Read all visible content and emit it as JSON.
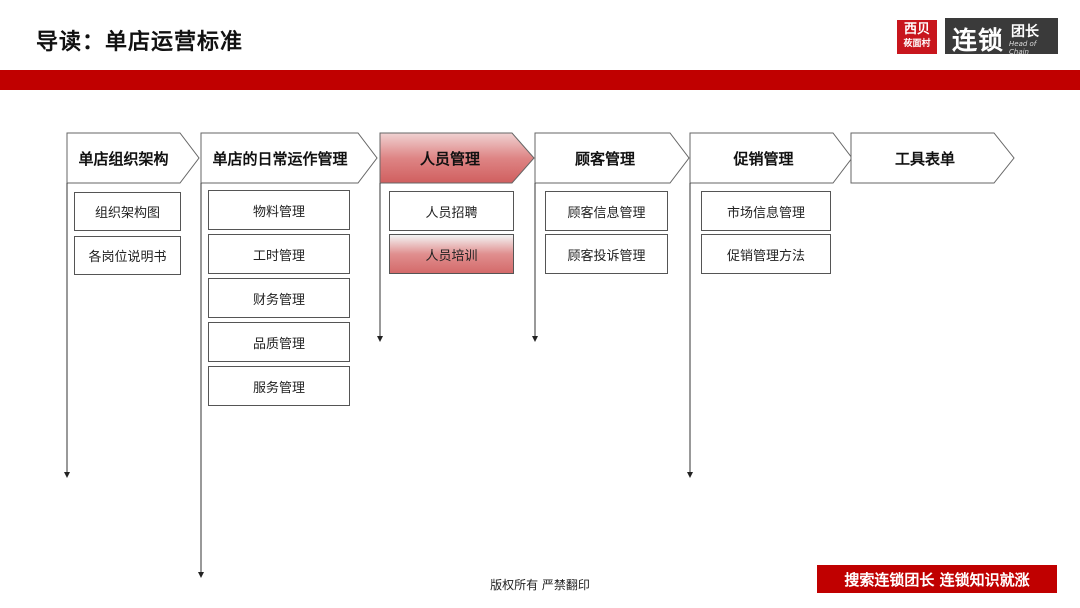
{
  "header": {
    "title": "导读：单店运营标准",
    "logo_xibei_line1": "西贝",
    "logo_xibei_line2": "莜面村",
    "logo_liansuo_main": "连锁",
    "logo_liansuo_sub": "团长",
    "logo_liansuo_en": "Head of Chain"
  },
  "columns": [
    {
      "label": "单店组织架构",
      "items": [
        "组织架构图",
        "各岗位说明书"
      ]
    },
    {
      "label": "单店的日常运作管理",
      "items": [
        "物料管理",
        "工时管理",
        "财务管理",
        "品质管理",
        "服务管理"
      ]
    },
    {
      "label": "人员管理",
      "items": [
        "人员招聘",
        "人员培训"
      ]
    },
    {
      "label": "顾客管理",
      "items": [
        "顾客信息管理",
        "顾客投诉管理"
      ]
    },
    {
      "label": "促销管理",
      "items": [
        "市场信息管理",
        "促销管理方法"
      ]
    },
    {
      "label": "工具表单",
      "items": []
    }
  ],
  "highlighted_header": "人员管理",
  "highlighted_item": "人员培训",
  "colors": {
    "brand_red": "#c00000",
    "highlight": "#d46a6a"
  },
  "footer": {
    "copyright": "版权所有 严禁翻印",
    "slogan": "搜索连锁团长 连锁知识就涨"
  }
}
